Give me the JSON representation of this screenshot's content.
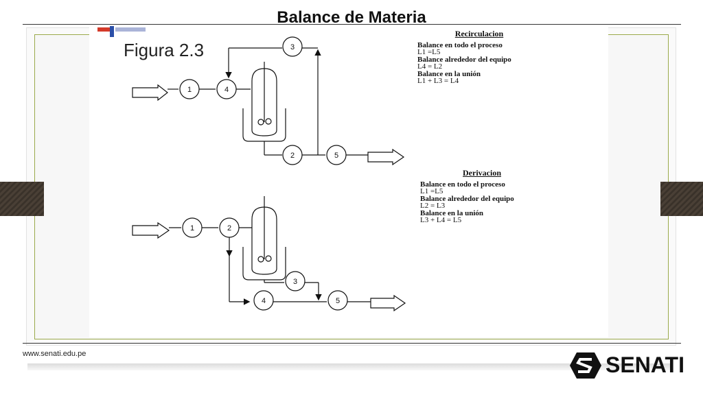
{
  "slide": {
    "title": "Balance de Materia",
    "figure_label": "Figura 2.3",
    "footer_url": "www.senati.edu.pe",
    "logo_text": "SENATI"
  },
  "recirculacion": {
    "heading": "Recirculacion",
    "line1": "Balance en todo el proceso",
    "line2": "L1 =L5",
    "line3": "Balance alrededor del equipo",
    "line4": "L4 = L2",
    "line5": "Balance en la unión",
    "line6": "L1 + L3 = L4"
  },
  "derivacion": {
    "heading": "Derivacion",
    "line1": "Balance en todo el proceso",
    "line2": "L1 =L5",
    "line3": "Balance alrededor del equipo",
    "line4": "L2 = L3",
    "line5": "Balance en la unión",
    "line6": "L3 + L4 = L5"
  },
  "diagram_top": {
    "nodes": [
      "1",
      "4",
      "3",
      "2",
      "5"
    ]
  },
  "diagram_bottom": {
    "nodes": [
      "1",
      "2",
      "3",
      "4",
      "5"
    ]
  },
  "colors": {
    "frame_green": "#9aa94a",
    "side_tab": "#3f362d",
    "accent_red": "#d43a2a",
    "accent_blue": "#2b4fa8"
  }
}
